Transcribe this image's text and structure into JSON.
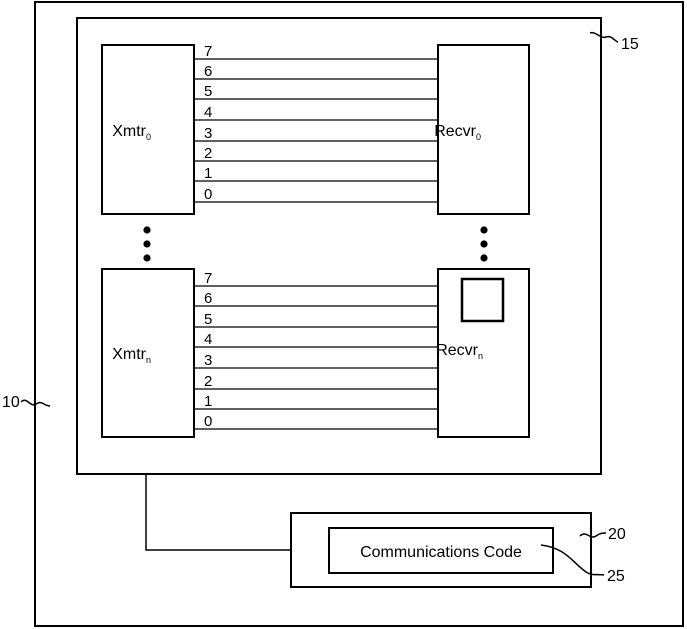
{
  "diagram": {
    "refs": {
      "outer": "10",
      "chip": "15",
      "comm_box": "20",
      "comm_code": "25"
    },
    "transmitters": [
      {
        "name": "Xmtr",
        "subscript": "0"
      },
      {
        "name": "Xmtr",
        "subscript": "n"
      }
    ],
    "receivers": [
      {
        "name": "Recvr",
        "subscript": "0"
      },
      {
        "name": "Recvr",
        "subscript": "n"
      }
    ],
    "bit_lines": [
      "7",
      "6",
      "5",
      "4",
      "3",
      "2",
      "1",
      "0"
    ],
    "comm_code_label": "Communications Code"
  }
}
